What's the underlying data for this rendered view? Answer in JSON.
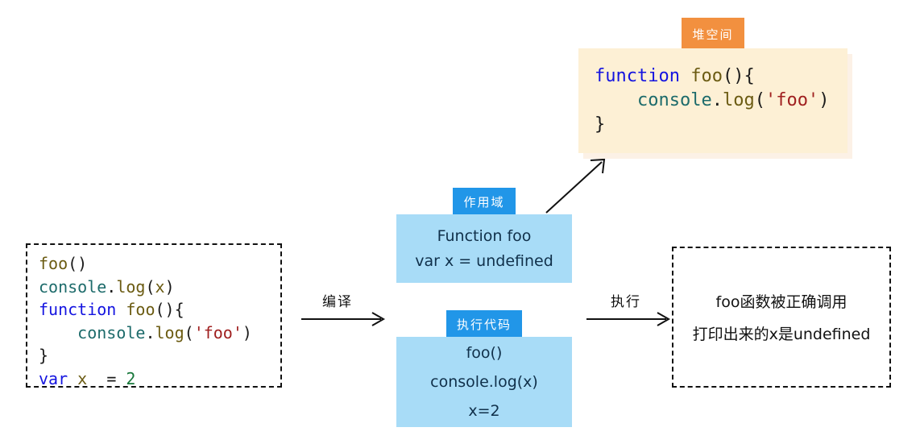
{
  "diagram": {
    "title_visible": false,
    "colors": {
      "heap_tag_bg": "#f2903f",
      "heap_body_bg": "#fdf0d5",
      "blue_tag_bg": "#2196e8",
      "blue_body_bg": "#a8dcf7",
      "dashed_border": "#111111",
      "keyword": "#1414e0",
      "console": "#1d6b6b",
      "identifier": "#6b5b12",
      "string": "#a02020",
      "number": "#17773a"
    }
  },
  "source_code": {
    "name": "source-code-box",
    "lines": [
      [
        {
          "t": "foo",
          "c": "ident"
        },
        {
          "t": "()",
          "c": "punc"
        }
      ],
      [
        {
          "t": "console",
          "c": "console"
        },
        {
          "t": ".",
          "c": "punc"
        },
        {
          "t": "log",
          "c": "ident"
        },
        {
          "t": "(",
          "c": "punc"
        },
        {
          "t": "x",
          "c": "ident"
        },
        {
          "t": ")",
          "c": "punc"
        }
      ],
      [
        {
          "t": "function",
          "c": "fn"
        },
        {
          "t": " ",
          "c": "punc"
        },
        {
          "t": "foo",
          "c": "ident"
        },
        {
          "t": "(){",
          "c": "punc"
        }
      ],
      [
        {
          "t": "    ",
          "c": "punc"
        },
        {
          "t": "console",
          "c": "console"
        },
        {
          "t": ".",
          "c": "punc"
        },
        {
          "t": "log",
          "c": "ident"
        },
        {
          "t": "(",
          "c": "punc"
        },
        {
          "t": "'foo'",
          "c": "str"
        },
        {
          "t": ")",
          "c": "punc"
        }
      ],
      [
        {
          "t": "}",
          "c": "punc"
        }
      ],
      [
        {
          "t": "var",
          "c": "fn"
        },
        {
          "t": " ",
          "c": "punc"
        },
        {
          "t": "x",
          "c": "ident"
        },
        {
          "t": "  ",
          "c": "punc"
        },
        {
          "t": "= ",
          "c": "op"
        },
        {
          "t": "2",
          "c": "num"
        }
      ]
    ],
    "plain_text": "foo()\nconsole.log(x)\nfunction foo(){\n    console.log('foo')\n}\nvar x  = 2"
  },
  "heap": {
    "tag_label": "堆空间",
    "lines": [
      [
        {
          "t": "function",
          "c": "fn"
        },
        {
          "t": " ",
          "c": "punc"
        },
        {
          "t": "foo",
          "c": "ident"
        },
        {
          "t": "(){",
          "c": "punc"
        }
      ],
      [
        {
          "t": "    ",
          "c": "punc"
        },
        {
          "t": "console",
          "c": "console"
        },
        {
          "t": ".",
          "c": "punc"
        },
        {
          "t": "log",
          "c": "ident"
        },
        {
          "t": "(",
          "c": "punc"
        },
        {
          "t": "'foo'",
          "c": "str"
        },
        {
          "t": ")",
          "c": "punc"
        }
      ],
      [
        {
          "t": "}",
          "c": "punc"
        }
      ]
    ],
    "plain_text": "function foo(){\n    console.log('foo')\n}"
  },
  "scope": {
    "tag_label": "作用域",
    "lines": [
      "Function foo",
      "var x = undefined"
    ]
  },
  "execution_code": {
    "tag_label": "执行代码",
    "lines": [
      "foo()",
      "console.log(x)",
      "x=2"
    ]
  },
  "result": {
    "lines": [
      "foo函数被正确调用",
      "打印出来的x是undefined"
    ]
  },
  "arrows": {
    "compile_label": "编译",
    "execute_label": "执行",
    "heap_link_label": ""
  }
}
